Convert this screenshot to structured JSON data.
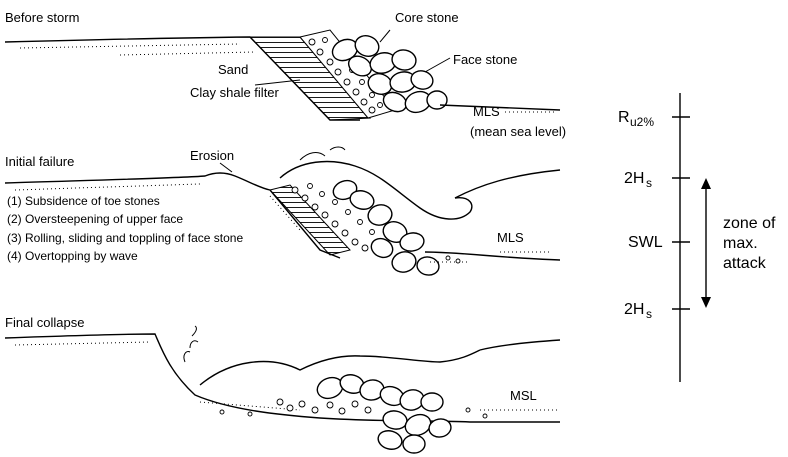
{
  "panels": {
    "before": {
      "title": "Before storm",
      "core_stone": "Core stone",
      "face_stone": "Face stone",
      "sand": "Sand",
      "filter": "Clay shale filter",
      "mls": "MLS",
      "mls_note": "(mean sea level)"
    },
    "initial": {
      "title": "Initial failure",
      "erosion": "Erosion",
      "steps": [
        "(1) Subsidence of toe stones",
        "(2) Oversteepening of upper face",
        "(3) Rolling, sliding and toppling of face stone",
        "(4) Overtopping by wave"
      ],
      "mls": "MLS"
    },
    "final": {
      "title": "Final collapse",
      "msl": "MSL"
    }
  },
  "scale": {
    "ru_main": "R",
    "ru_sub": "u2%",
    "hs_top_main": "2H",
    "hs_top_sub": "s",
    "swl": "SWL",
    "hs_bottom_main": "2H",
    "hs_bottom_sub": "s",
    "zone_lines": [
      "zone of",
      "max.",
      "attack"
    ]
  }
}
